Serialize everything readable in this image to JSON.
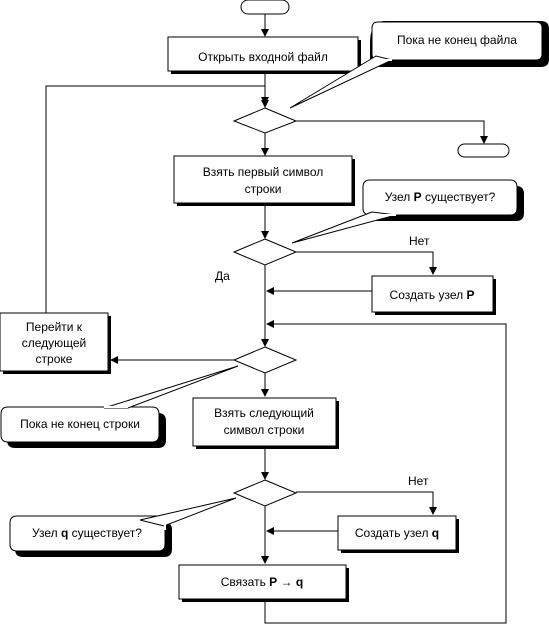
{
  "nodes": {
    "open_file": "Открыть входной файл",
    "take_first": [
      "Взять первый символ",
      "строки"
    ],
    "create_p": {
      "prefix": "Создать узел ",
      "var": "P"
    },
    "goto_next": [
      "Перейти к",
      "следующей",
      "строке"
    ],
    "take_next": [
      "Взять следующий",
      "символ строки"
    ],
    "create_q": {
      "prefix": "Создать узел ",
      "var": "q"
    },
    "link": {
      "prefix": "Связать ",
      "p": "P",
      "arrow": "→",
      "q": "q"
    }
  },
  "callouts": {
    "file_loop": "Пока не конец файла",
    "p_exists": {
      "prefix": "Узел ",
      "var": "P",
      "suffix": " существует?"
    },
    "line_loop": "Пока не конец строки",
    "q_exists": {
      "prefix": "Узел ",
      "var": "q",
      "suffix": " существует?"
    }
  },
  "branch_labels": {
    "no_p": "Нет",
    "yes_p": "Да",
    "no_q": "Нет"
  }
}
